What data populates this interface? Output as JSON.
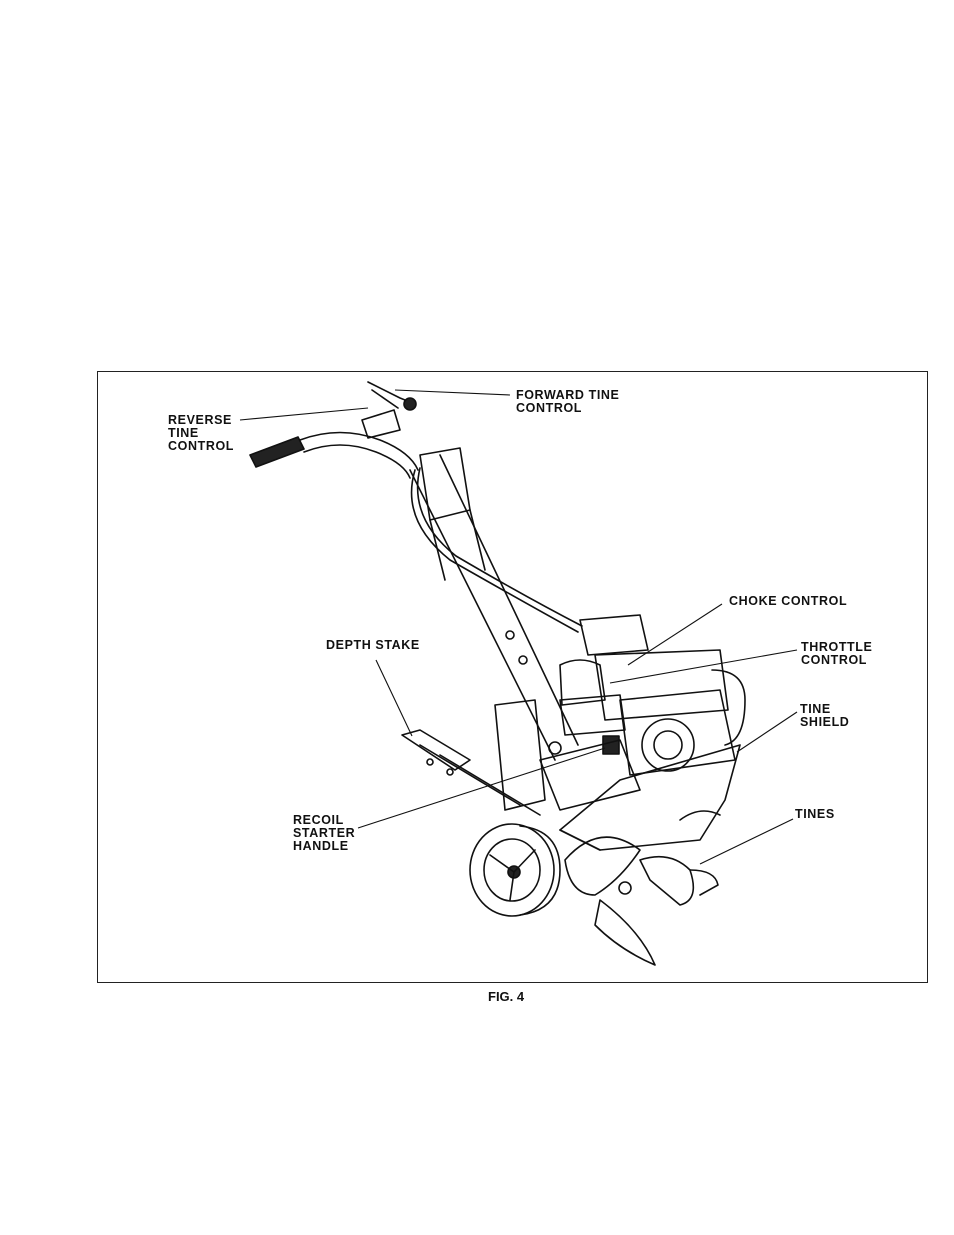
{
  "figure": {
    "caption": "FIG. 4",
    "labels": {
      "forward_tine_control": "FORWARD TINE\nCONTROL",
      "reverse_tine_control": "REVERSE\nTINE\nCONTROL",
      "choke_control": "CHOKE CONTROL",
      "throttle_control": "THROTTLE\nCONTROL",
      "depth_stake": "DEPTH STAKE",
      "tine_shield": "TINE\nSHIELD",
      "recoil_starter_handle": "RECOIL\nSTARTER\nHANDLE",
      "tines": "TINES"
    }
  }
}
